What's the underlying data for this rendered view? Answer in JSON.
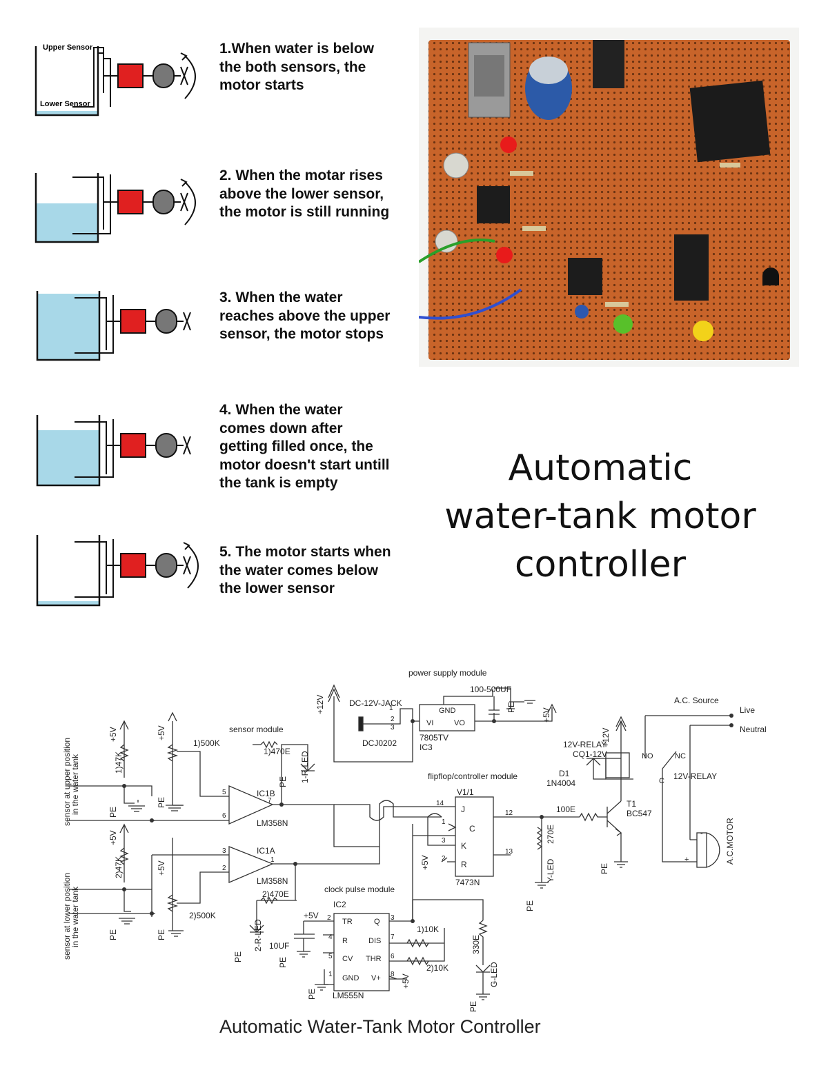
{
  "steps": [
    {
      "text": "1.When water is below the both sensors, the motor starts"
    },
    {
      "text": "2. When the motar rises above the lower sensor, the motor is still running"
    },
    {
      "text": "3. When the water reaches above the upper sensor, the motor stops"
    },
    {
      "text": "4. When the water comes down after getting filled once, the motor doesn't start untill the tank is empty"
    },
    {
      "text": "5. The motor starts when the water comes below the lower sensor"
    }
  ],
  "tank_labels": {
    "upper": "Upper Sensor",
    "lower": "Lower Sensor"
  },
  "title": {
    "line1": "Automatic",
    "line2": "water-tank motor",
    "line3": "controller"
  },
  "schematic": {
    "modules": {
      "power": "power supply module",
      "sensor": "sensor module",
      "flipflop": "flipflop/controller module",
      "clock": "clock pulse module"
    },
    "labels": {
      "plus12v": "+12V",
      "plus5v": "+5V",
      "pe": "PE",
      "dc_jack": "DC-12V-JACK",
      "dcj": "DCJ0202",
      "cap": "100-500UF",
      "gnd": "GND",
      "vi": "VI",
      "vo": "VO",
      "reg": "7805TV",
      "ic3": "IC3",
      "upper_sensor_1": "sensor at upper position",
      "upper_sensor_2": "in the water tank",
      "lower_sensor_1": "sensor at lower position",
      "lower_sensor_2": "in the water tank",
      "r1_47k": "1)47K",
      "r2_47k": "2)47K",
      "pot1": "1)500K",
      "pot2": "2)500K",
      "r1_470": "1)470E",
      "r2_470": "2)470E",
      "led1": "1-R-LED",
      "led2": "2-R-LED",
      "ic1b": "IC1B",
      "ic1a": "IC1A",
      "lm358": "LM358N",
      "v11": "V1/1",
      "j": "J",
      "c": "C",
      "k": "K",
      "r": "R",
      "ff": "7473N",
      "r100": "100E",
      "r270": "270E",
      "yled": "Y-LED",
      "t1": "T1",
      "bc547": "BC547",
      "relay": "12V-RELAY",
      "relay_coil": "CQ1-12V",
      "d1": "D1",
      "diode": "1N4004",
      "no": "NO",
      "nc": "NC",
      "ac_source": "A.C. Source",
      "live": "Live",
      "neutral": "Neutral",
      "ac_motor": "A.C.MOTOR",
      "ic2": "IC2",
      "tr": "TR",
      "q": "Q",
      "rr": "R",
      "dis": "DIS",
      "cv": "CV",
      "thr": "THR",
      "gnd2": "GND",
      "vplus": "V+",
      "lm555": "LM555N",
      "c10uf": "10UF",
      "r10k1": "1)10K",
      "r10k2": "2)10K",
      "r330": "330E",
      "gled": "G-LED",
      "c_pin": "C",
      "minus": "-",
      "plus": "+"
    },
    "pins": {
      "p1": "1",
      "p2": "2",
      "p3": "3",
      "p4": "4",
      "p5": "5",
      "p6": "6",
      "p7": "7",
      "p8": "8",
      "p12": "12",
      "p13": "13",
      "p14": "14"
    }
  },
  "bottom_title": "Automatic Water-Tank Motor Controller",
  "colors": {
    "water": "#a8d8e8",
    "relay_block": "#e02020",
    "motor": "#777777",
    "board": "#c8642a"
  }
}
